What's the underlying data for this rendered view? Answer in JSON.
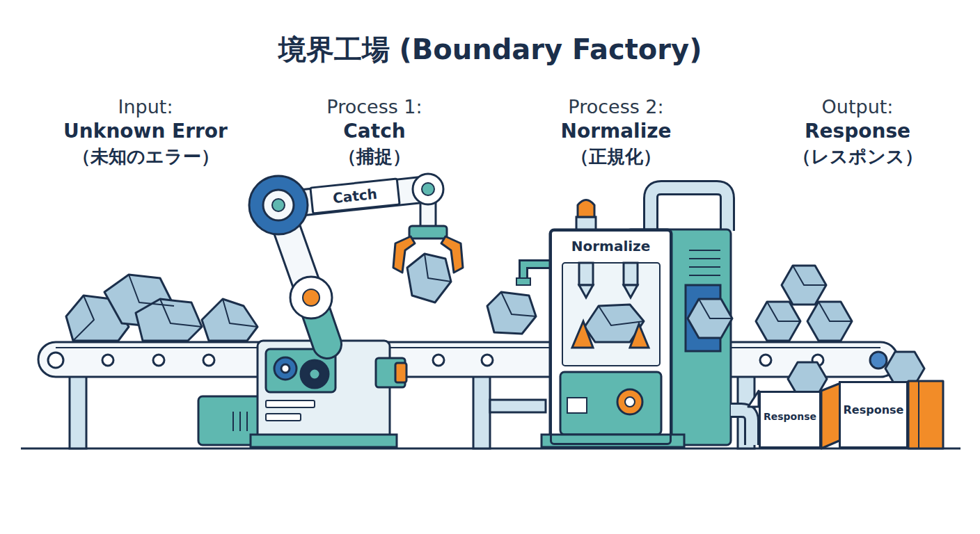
{
  "diagram": {
    "title": "境界工場 (Boundary Factory)",
    "nodes": [
      {
        "text": [
          "Catch"
        ]
      },
      {
        "text": [
          "Normalize"
        ]
      },
      {
        "text": [
          "Response"
        ]
      },
      {
        "text": [
          "Response"
        ]
      }
    ],
    "labels": [
      "Input:",
      "Unknown Error",
      "（未知のエラー）",
      "Process 1:",
      "Catch",
      "（捕捉）",
      "Process 2:",
      "Normalize",
      "（正規化）",
      "Output:",
      "Response",
      "（レスポンス）"
    ]
  }
}
